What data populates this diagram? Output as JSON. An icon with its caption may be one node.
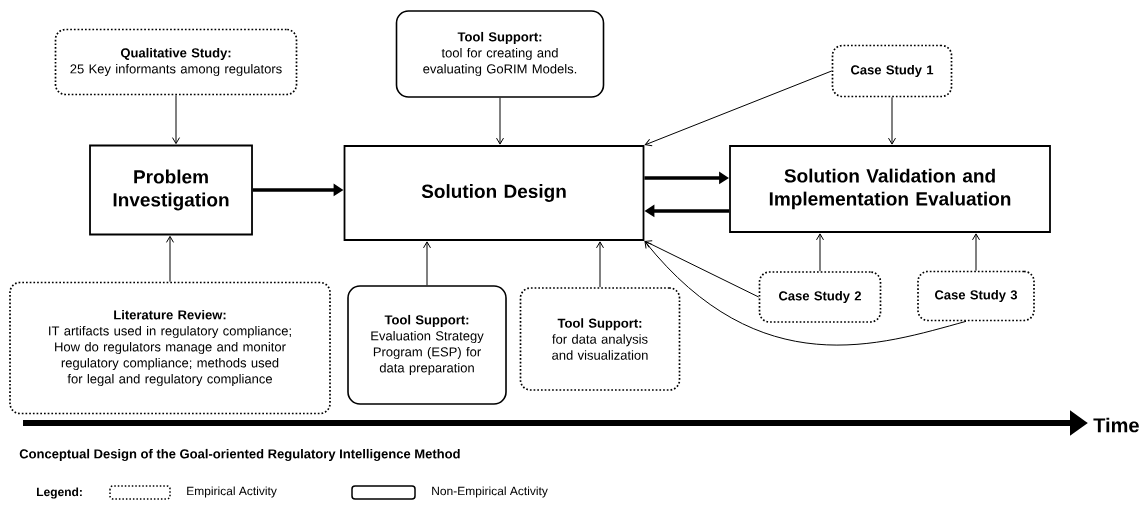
{
  "diagram": {
    "caption": "Conceptual Design of the Goal-oriented Regulatory Intelligence Method",
    "nodes": [
      {
        "text": [
          "Qualitative Study:",
          "25 Key informants among regulators"
        ]
      },
      {
        "text": [
          "Tool Support:",
          "tool for creating and evaluating GoRIM Models."
        ]
      },
      {
        "text": [
          "Case Study 1"
        ]
      },
      {
        "text": [
          "Problem Investigation"
        ]
      },
      {
        "text": [
          "Solution Design"
        ]
      },
      {
        "text": [
          "Solution Validation and Implementation Evaluation"
        ]
      },
      {
        "text": [
          "Literature Review:",
          "IT artifacts used in regulatory compliance; How do regulators manage and monitor regulatory compliance; methods used for legal and regulatory compliance"
        ]
      },
      {
        "text": [
          "Tool Support:",
          "Evaluation Strategy Program (ESP) for data preparation"
        ]
      },
      {
        "text": [
          "Tool Support:",
          "for data analysis and visualization"
        ]
      },
      {
        "text": [
          "Case Study 2"
        ]
      },
      {
        "text": [
          "Case Study 3"
        ]
      }
    ],
    "edges": [
      {
        "from": 0,
        "to": 3,
        "arrow": "to"
      },
      {
        "from": 1,
        "to": 4,
        "arrow": "to"
      },
      {
        "from": 2,
        "to": 4,
        "arrow": "to"
      },
      {
        "from": 2,
        "to": 5,
        "arrow": "to"
      },
      {
        "from": 3,
        "to": 4,
        "arrow": "to",
        "style": "thick"
      },
      {
        "from": 4,
        "to": 5,
        "arrow": "to",
        "style": "thick"
      },
      {
        "from": 5,
        "to": 4,
        "arrow": "to",
        "style": "thick"
      },
      {
        "from": 6,
        "to": 3,
        "arrow": "to"
      },
      {
        "from": 7,
        "to": 4,
        "arrow": "to"
      },
      {
        "from": 8,
        "to": 4,
        "arrow": "to"
      },
      {
        "from": 9,
        "to": 4,
        "arrow": "to"
      },
      {
        "from": 9,
        "to": 5,
        "arrow": "to"
      },
      {
        "from": 10,
        "to": 4,
        "arrow": "to"
      },
      {
        "from": 10,
        "to": 5,
        "arrow": "to"
      }
    ],
    "labels": [
      "Time",
      "Legend:"
    ],
    "legend": [
      {
        "text": "Empirical Activity"
      },
      {
        "text": "Non-Empirical Activity"
      }
    ]
  }
}
